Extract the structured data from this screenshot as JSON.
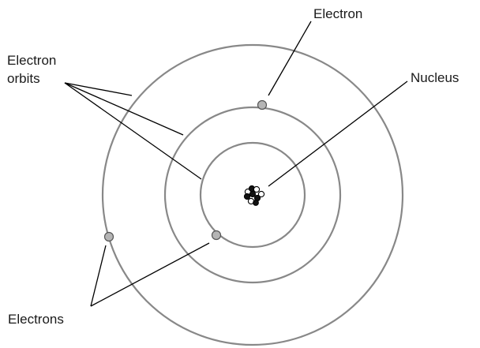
{
  "labels": {
    "electron": "Electron",
    "nucleus": "Nucleus",
    "orbits_line1": "Electron",
    "orbits_line2": "orbits",
    "electrons": "Electrons"
  },
  "orbit_count": 3,
  "electron_count": 3,
  "colors": {
    "orbit": "#888888",
    "electron_fill": "#b5b5b5",
    "leader": "#000000"
  }
}
